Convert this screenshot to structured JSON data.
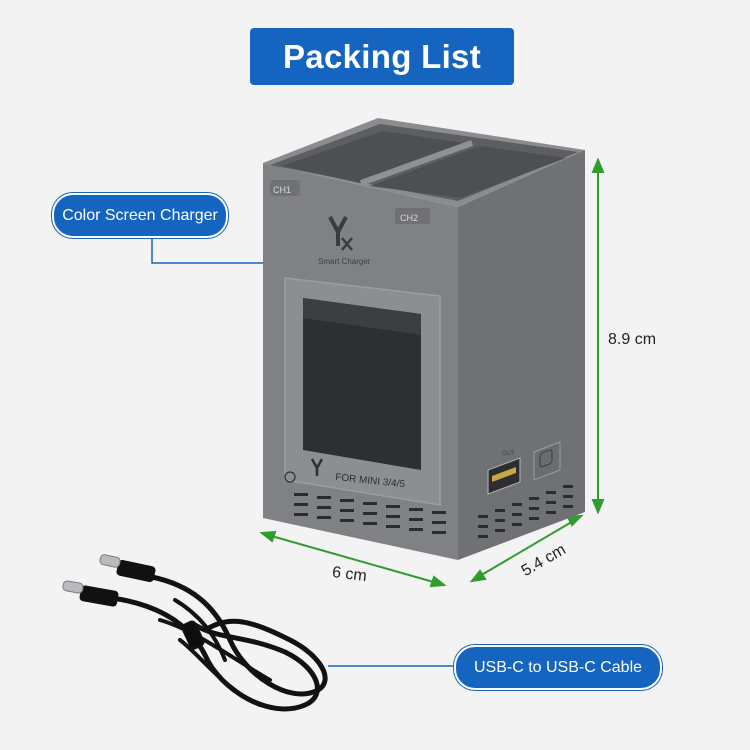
{
  "header": {
    "title": "Packing List"
  },
  "callouts": {
    "charger": "Color Screen Charger",
    "cable": "USB-C to USB-C Cable"
  },
  "dimensions": {
    "height": "8.9 cm",
    "width": "6 cm",
    "depth": "5.4 cm"
  },
  "product_labels": {
    "channel_1": "CH1",
    "channel_2": "CH2",
    "brand_subtitle": "Smart Charger",
    "model": "FOR MINI 3/4/5",
    "port_label": "OUT"
  },
  "colors": {
    "accent": "#1565c0",
    "dimension_line": "#2e9d2e",
    "device_body": "#808285"
  }
}
